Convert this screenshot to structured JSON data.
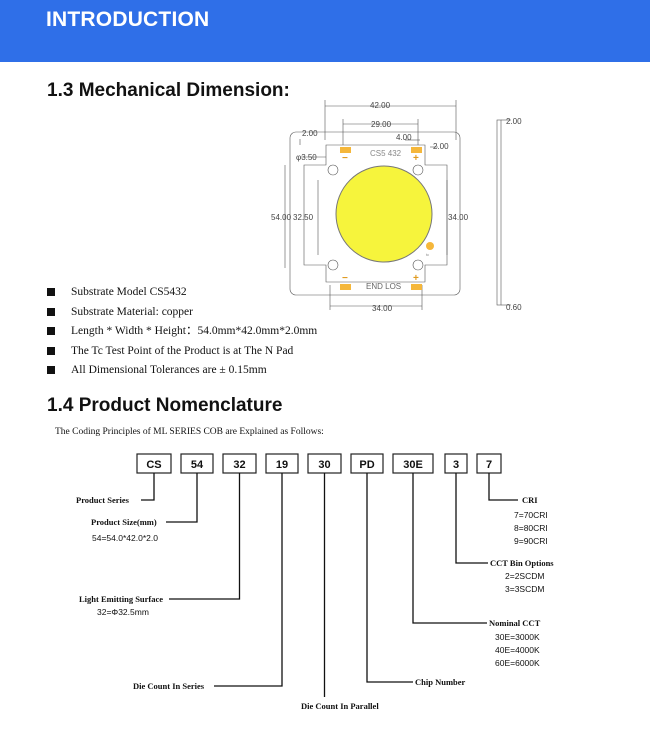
{
  "header": {
    "title": "INTRODUCTION"
  },
  "mechanical": {
    "title": "1.3 Mechanical Dimension:",
    "bullets": [
      "Substrate Model CS5432",
      "Substrate Material: copper",
      "Length * Width * Height：54.0mm*42.0mm*2.0mm",
      "The Tc Test Point of the Product is at The N Pad",
      "All Dimensional Tolerances are ± 0.15mm"
    ],
    "drawing": {
      "dim_42": "42.00",
      "dim_29": "29.00",
      "dim_4": "4.00",
      "dim_2_top": "2.00",
      "dim_2_left": "2.00",
      "dim_2_side": "2.00",
      "dim_hole": "φ3.50",
      "model_label": "CS5 432",
      "end_label": "END LOS",
      "dim_54": "54.00",
      "dim_32_5": "32.50",
      "dim_34_right": "34.00",
      "dim_34_bottom": "34.00",
      "dim_0_6": "0.60",
      "minus": "−",
      "plus": "+",
      "tc_label": "tc"
    }
  },
  "nomenclature": {
    "title": "1.4 Product Nomenclature",
    "intro": "The Coding Principles of ML SERIES COB are Explained as Follows:",
    "codes": [
      "CS",
      "54",
      "32",
      "19",
      "30",
      "PD",
      "30E",
      "3",
      "7"
    ],
    "product_series": "Product Series",
    "product_size": "Product Size(mm)",
    "product_size_val": "54=54.0*42.0*2.0",
    "les": "Light Emitting Surface",
    "les_val": "32=Φ32.5mm",
    "die_series": "Die Count In Series",
    "die_parallel": "Die Count In Parallel",
    "chip_number": "Chip Number",
    "nominal_cct": "Nominal CCT",
    "cct_vals": [
      "30E=3000K",
      "40E=4000K",
      "60E=6000K"
    ],
    "cct_bin": "CCT Bin Options",
    "bin_vals": [
      "2=2SCDM",
      "3=3SCDM"
    ],
    "cri": "CRI",
    "cri_vals": [
      "7=70CRI",
      "8=80CRI",
      "9=90CRI"
    ]
  },
  "colors": {
    "banner": "#2f6fe8",
    "led": "#f6f43c",
    "pad": "#f5b73b"
  }
}
